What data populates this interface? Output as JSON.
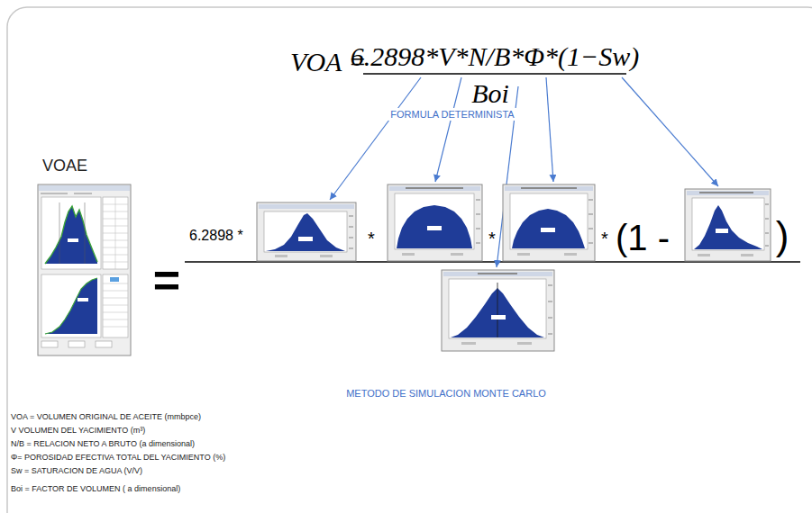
{
  "diagram": {
    "labels": [
      "VOA =",
      "6.2898*V*N/B*Φ*(1−Sw)",
      "Boi",
      "FORMULA DETERMINISTA",
      "VOAE",
      "=",
      "6.2898 *",
      "*",
      "*",
      "*",
      "(1 -",
      ")",
      "METODO DE SIMULACION MONTE CARLO",
      "VOA = VOLUMEN ORIGINAL DE ACEITE (mmbpce)",
      "V VOLUMEN DEL YACIMIENTO (m³)",
      "N/B = RELACION NETO A BRUTO (a dimensional)",
      "Φ= POROSIDAD EFECTIVA TOTAL DEL YACIMIENTO (%)",
      "Sw = SATURACION DE AGUA (V/V)",
      "Boi = FACTOR DE VOLUMEN ( a dimensional)"
    ]
  }
}
